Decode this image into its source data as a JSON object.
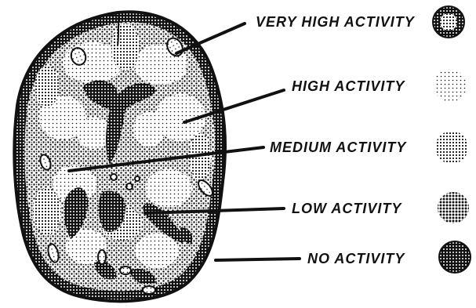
{
  "legend": {
    "items": [
      {
        "label": "VERY HIGH ACTIVITY",
        "swatch": "very-high"
      },
      {
        "label": "HIGH ACTIVITY",
        "swatch": "high"
      },
      {
        "label": "MEDIUM ACTIVITY",
        "swatch": "medium"
      },
      {
        "label": "LOW ACTIVITY",
        "swatch": "low"
      },
      {
        "label": "NO ACTIVITY",
        "swatch": "none"
      }
    ]
  },
  "colors": {
    "ink": "#111111",
    "paper": "#ffffff"
  }
}
